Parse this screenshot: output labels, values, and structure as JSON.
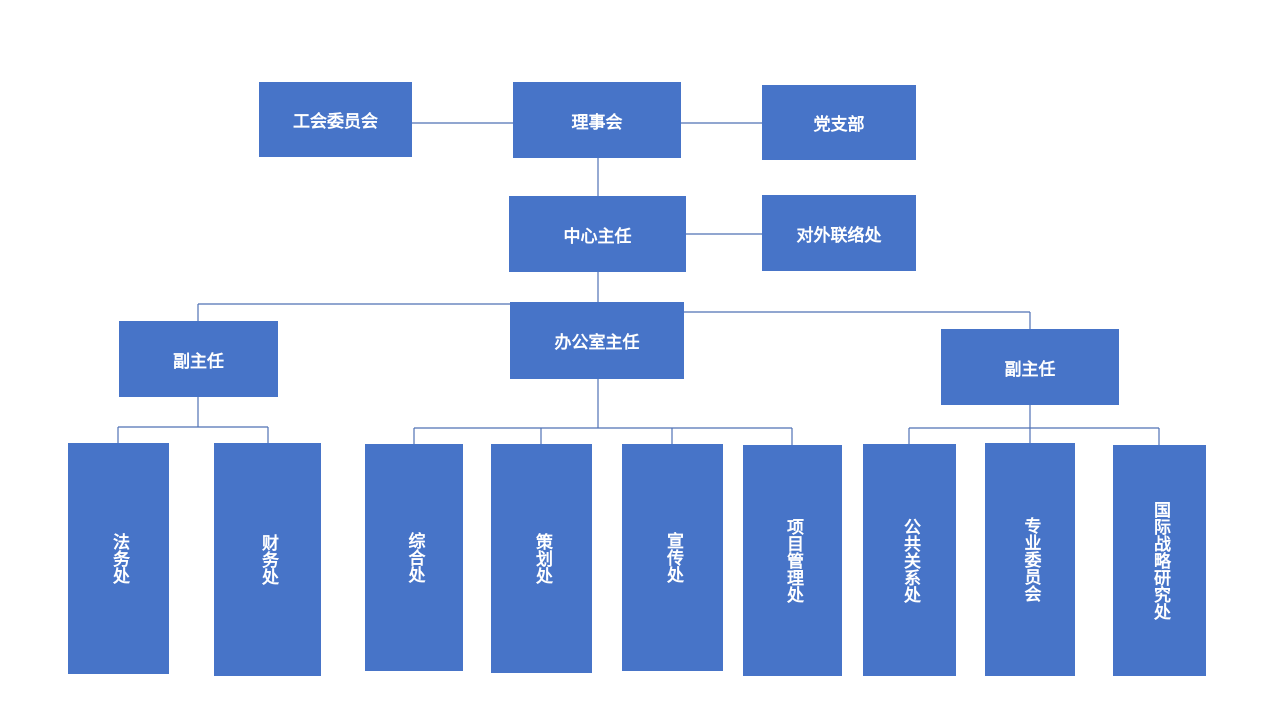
{
  "org": {
    "council": "理事会",
    "union": "工会委员会",
    "party": "党支部",
    "director": "中心主任",
    "liaison": "对外联络处",
    "office_director": "办公室主任",
    "deputy_left": "副主任",
    "deputy_right": "副主任",
    "depts": {
      "legal": "法务处",
      "finance": "财务处",
      "general": "综合处",
      "planning": "策划处",
      "publicity": "宣传处",
      "project": "项目管理处",
      "pr": "公共关系处",
      "committee": "专业委员会",
      "strategy": "国际战略研究处"
    }
  },
  "colors": {
    "box": "#4774c8",
    "line": "#4f72b5",
    "text": "#ffffff"
  }
}
